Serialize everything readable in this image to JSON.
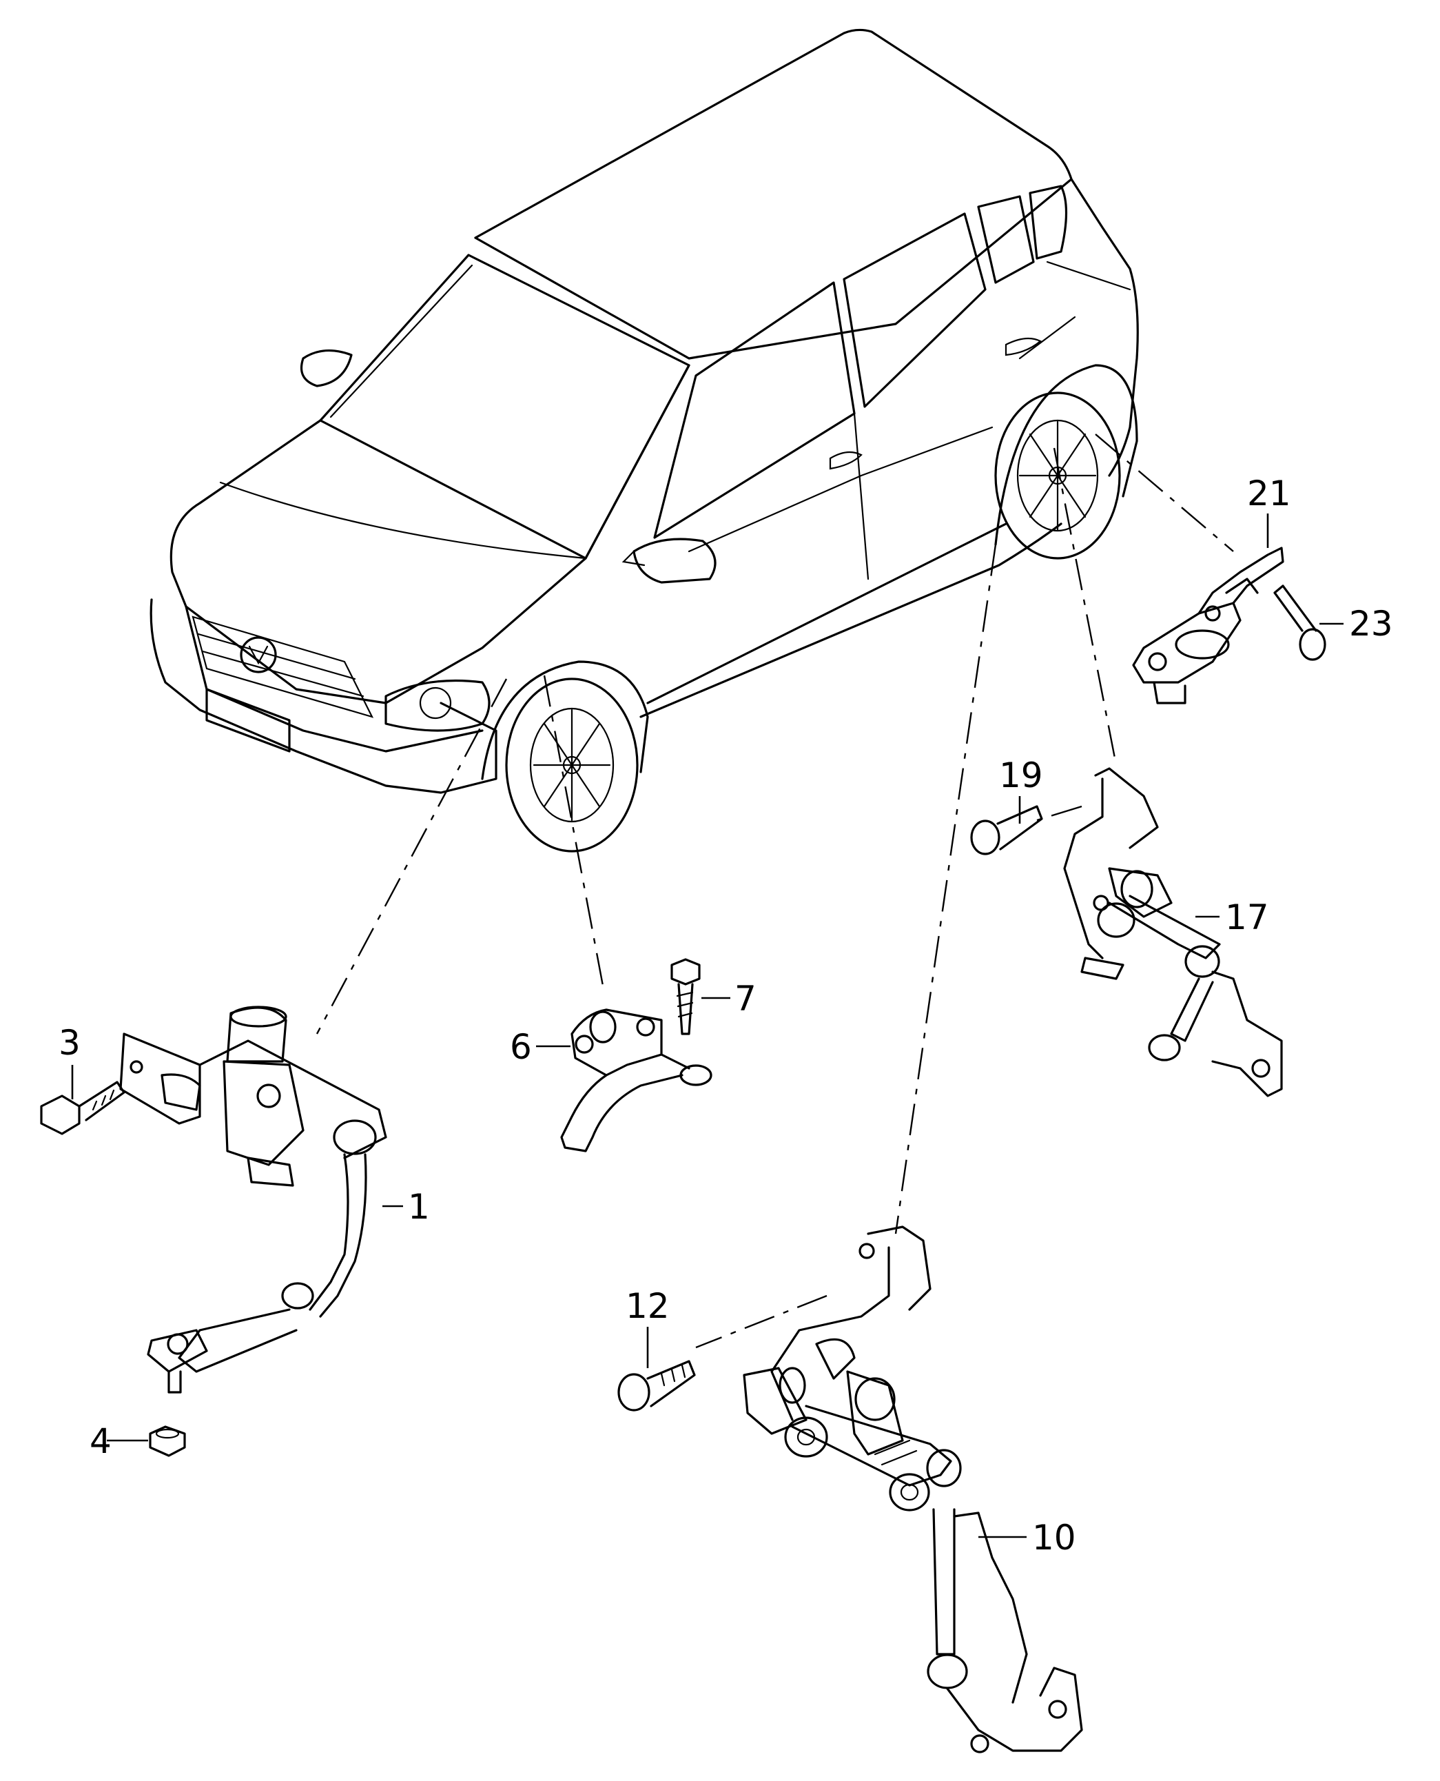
{
  "diagram": {
    "callouts": [
      {
        "id": "1",
        "label": "1"
      },
      {
        "id": "3",
        "label": "3"
      },
      {
        "id": "4",
        "label": "4"
      },
      {
        "id": "6",
        "label": "6"
      },
      {
        "id": "7",
        "label": "7"
      },
      {
        "id": "10",
        "label": "10"
      },
      {
        "id": "12",
        "label": "12"
      },
      {
        "id": "17",
        "label": "17"
      },
      {
        "id": "19",
        "label": "19"
      },
      {
        "id": "21",
        "label": "21"
      },
      {
        "id": "23",
        "label": "23"
      }
    ]
  }
}
